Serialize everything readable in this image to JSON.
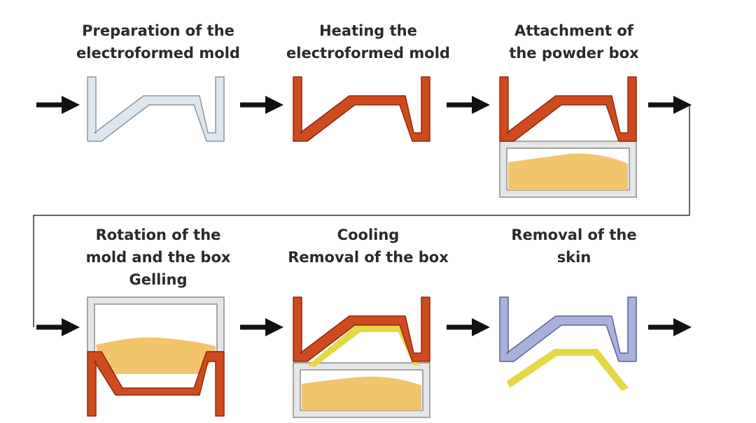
{
  "colors": {
    "cold_mold": "#dde6ec",
    "cold_mold_outline": "#8a96a0",
    "heated_mold": "#cf4a1e",
    "heated_mold_outline": "#8e2a10",
    "cooled_mold": "#aab2dc",
    "cooled_mold_outline": "#5a6298",
    "box": "#e6e6e6",
    "box_outline": "#8c8c8c",
    "powder": "#f2c56c",
    "skin": "#e6d845",
    "arrow": "#111111",
    "connector": "#666666"
  },
  "steps": [
    {
      "id": "preparation",
      "lines": [
        "Preparation of the",
        "electroformed mold"
      ]
    },
    {
      "id": "heating",
      "lines": [
        "Heating the",
        "electroformed mold"
      ]
    },
    {
      "id": "attachment",
      "lines": [
        "Attachment of",
        "the powder box"
      ]
    },
    {
      "id": "rotation",
      "lines": [
        "Rotation of the",
        "mold and the box",
        "Gelling"
      ]
    },
    {
      "id": "cooling",
      "lines": [
        "Cooling",
        "Removal of the box"
      ]
    },
    {
      "id": "removal",
      "lines": [
        "Removal of the",
        "skin"
      ]
    }
  ]
}
